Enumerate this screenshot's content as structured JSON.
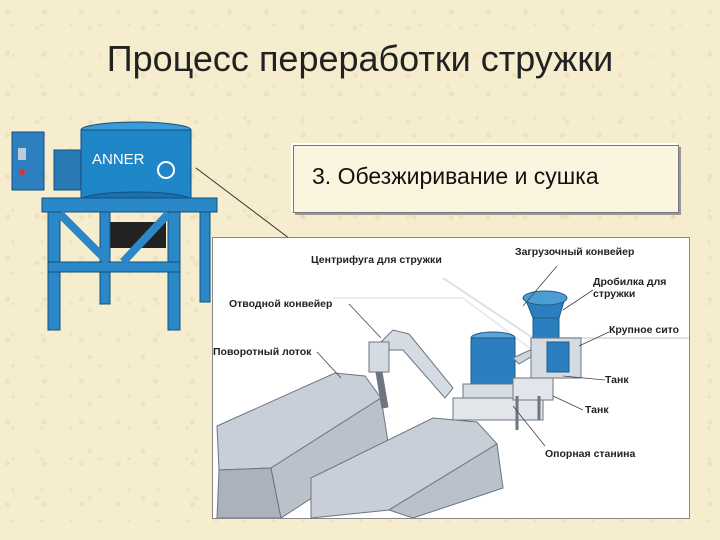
{
  "slide": {
    "title": "Процесс переработки стружки",
    "step": "3. Обезжиривание и сушка"
  },
  "machine_photo": {
    "brand_text": "ANNER"
  },
  "diagram": {
    "labels": {
      "centrifuge": "Центрифуга для стружки",
      "loading_conveyor": "Загрузочный конвейер",
      "crusher": "Дробилка для стружки",
      "discharge_conveyor": "Отводной конвейер",
      "coarse_sieve": "Крупное сито",
      "rotary_chute": "Поворотный лоток",
      "tank_1": "Танк",
      "tank_2": "Танк",
      "support_frame": "Опорная станина"
    }
  },
  "colors": {
    "machine_blue": "#1f86c8",
    "diagram_gray": "#c8cfd8"
  }
}
